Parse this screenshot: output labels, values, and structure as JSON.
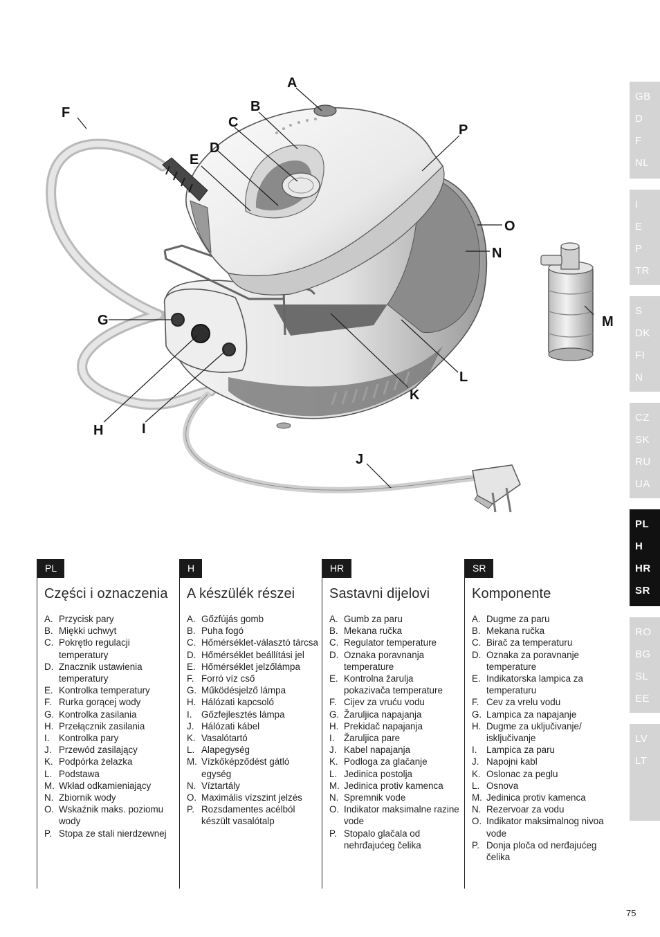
{
  "callouts": [
    "A",
    "B",
    "C",
    "D",
    "E",
    "F",
    "G",
    "H",
    "I",
    "J",
    "K",
    "L",
    "M",
    "N",
    "O",
    "P"
  ],
  "tab_groups": [
    {
      "tabs": [
        "GB",
        "D",
        "F",
        "NL"
      ],
      "active": false
    },
    {
      "tabs": [
        "I",
        "E",
        "P",
        "TR"
      ],
      "active": false
    },
    {
      "tabs": [
        "S",
        "DK",
        "FI",
        "N"
      ],
      "active": false
    },
    {
      "tabs": [
        "CZ",
        "SK",
        "RU",
        "UA"
      ],
      "active": false
    },
    {
      "tabs": [
        "PL",
        "H",
        "HR",
        "SR"
      ],
      "active": true
    },
    {
      "tabs": [
        "RO",
        "BG",
        "SL",
        "EE"
      ],
      "active": false
    },
    {
      "tabs": [
        "LV",
        "LT"
      ],
      "active": false
    }
  ],
  "columns": [
    {
      "badge": "PL",
      "title": "Części i oznaczenia",
      "items": [
        {
          "letter": "A.",
          "text": "Przycisk pary"
        },
        {
          "letter": "B.",
          "text": "Miękki uchwyt"
        },
        {
          "letter": "C.",
          "text": "Pokrętło regulacji temperatury"
        },
        {
          "letter": "D.",
          "text": "Znacznik ustawienia temperatury"
        },
        {
          "letter": "E.",
          "text": "Kontrolka temperatury"
        },
        {
          "letter": "F.",
          "text": "Rurka gorącej wody"
        },
        {
          "letter": "G.",
          "text": "Kontrolka zasilania"
        },
        {
          "letter": "H.",
          "text": "Przełącznik zasilania"
        },
        {
          "letter": "I.",
          "text": "Kontrolka pary"
        },
        {
          "letter": "J.",
          "text": "Przewód zasilający"
        },
        {
          "letter": "K.",
          "text": "Podpórka żelazka"
        },
        {
          "letter": "L.",
          "text": "Podstawa"
        },
        {
          "letter": "M.",
          "text": "Wkład odkamieniający"
        },
        {
          "letter": "N.",
          "text": "Zbiornik wody"
        },
        {
          "letter": "O.",
          "text": "Wskaźnik maks. poziomu wody"
        },
        {
          "letter": "P.",
          "text": "Stopa ze stali nierdzewnej"
        }
      ]
    },
    {
      "badge": "H",
      "title": "A készülék részei",
      "items": [
        {
          "letter": "A.",
          "text": "Gőzfújás gomb"
        },
        {
          "letter": "B.",
          "text": "Puha fogó"
        },
        {
          "letter": "C.",
          "text": "Hőmérséklet-választó tárcsa"
        },
        {
          "letter": "D.",
          "text": "Hőmérséklet beállítási jel"
        },
        {
          "letter": "E.",
          "text": "Hőmérséklet jelzőlámpa"
        },
        {
          "letter": "F.",
          "text": "Forró víz cső"
        },
        {
          "letter": "G.",
          "text": "Működésjelző lámpa"
        },
        {
          "letter": "H.",
          "text": "Hálózati kapcsoló"
        },
        {
          "letter": "I.",
          "text": "Gőzfejlesztés lámpa"
        },
        {
          "letter": "J.",
          "text": "Hálózati kábel"
        },
        {
          "letter": "K.",
          "text": "Vasalótartó"
        },
        {
          "letter": "L.",
          "text": "Alapegység"
        },
        {
          "letter": "M.",
          "text": "Vízkőképződést gátló egység"
        },
        {
          "letter": "N.",
          "text": "Víztartály"
        },
        {
          "letter": "O.",
          "text": "Maximális vízszint jelzés"
        },
        {
          "letter": "P.",
          "text": "Rozsdamentes acélból készült vasalótalp"
        }
      ]
    },
    {
      "badge": "HR",
      "title": "Sastavni dijelovi",
      "items": [
        {
          "letter": "A.",
          "text": "Gumb za paru"
        },
        {
          "letter": "B.",
          "text": "Mekana ručka"
        },
        {
          "letter": "C.",
          "text": "Regulator temperature"
        },
        {
          "letter": "D.",
          "text": "Oznaka poravnanja temperature"
        },
        {
          "letter": "E.",
          "text": "Kontrolna žarulja pokazivača temperature"
        },
        {
          "letter": "F.",
          "text": "Cijev za vruću vodu"
        },
        {
          "letter": "G.",
          "text": "Žaruljica napajanja"
        },
        {
          "letter": "H.",
          "text": "Prekidač napajanja"
        },
        {
          "letter": "I.",
          "text": "Žaruljica pare"
        },
        {
          "letter": "J.",
          "text": "Kabel napajanja"
        },
        {
          "letter": "K.",
          "text": "Podloga za glačanje"
        },
        {
          "letter": "L.",
          "text": "Jedinica postolja"
        },
        {
          "letter": "M.",
          "text": "Jedinica protiv kamenca"
        },
        {
          "letter": "N.",
          "text": "Spremnik vode"
        },
        {
          "letter": "O.",
          "text": "Indikator maksimalne razine vode"
        },
        {
          "letter": "P.",
          "text": "Stopalo glačala od nehrđajućeg čelika"
        }
      ]
    },
    {
      "badge": "SR",
      "title": "Komponente",
      "items": [
        {
          "letter": "A.",
          "text": "Dugme za paru"
        },
        {
          "letter": "B.",
          "text": "Mekana ručka"
        },
        {
          "letter": "C.",
          "text": "Birač za temperaturu"
        },
        {
          "letter": "D.",
          "text": "Oznaka za poravnanje temperature"
        },
        {
          "letter": "E.",
          "text": "Indikatorska lampica za temperaturu"
        },
        {
          "letter": "F.",
          "text": "Cev za vrelu vodu"
        },
        {
          "letter": "G.",
          "text": "Lampica za napajanje"
        },
        {
          "letter": "H.",
          "text": "Dugme za uključivanje/ isključivanje"
        },
        {
          "letter": "I.",
          "text": "Lampica za paru"
        },
        {
          "letter": "J.",
          "text": "Napojni kabl"
        },
        {
          "letter": "K.",
          "text": "Oslonac za peglu"
        },
        {
          "letter": "L.",
          "text": "Osnova"
        },
        {
          "letter": "M.",
          "text": "Jedinica protiv kamenca"
        },
        {
          "letter": "N.",
          "text": "Rezervoar za vodu"
        },
        {
          "letter": "O.",
          "text": "Indikator maksimalnog nivoa vode"
        },
        {
          "letter": "P.",
          "text": "Donja ploča od nerđajućeg čelika"
        }
      ]
    }
  ],
  "page_number": "75"
}
